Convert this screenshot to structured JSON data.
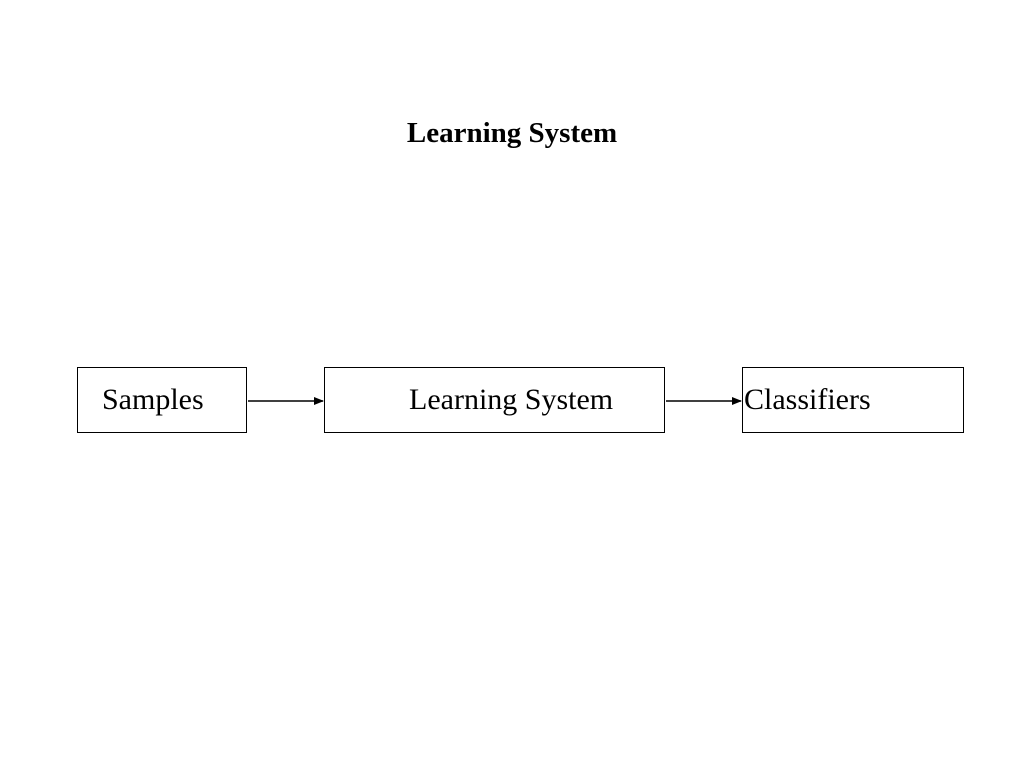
{
  "slide": {
    "title": "Learning System"
  },
  "diagram": {
    "nodes": [
      {
        "id": "samples",
        "label": "Samples"
      },
      {
        "id": "learning-system",
        "label": "Learning System"
      },
      {
        "id": "classifiers",
        "label": "Classifiers"
      }
    ],
    "edges": [
      {
        "from": "samples",
        "to": "learning-system"
      },
      {
        "from": "learning-system",
        "to": "classifiers"
      }
    ]
  }
}
